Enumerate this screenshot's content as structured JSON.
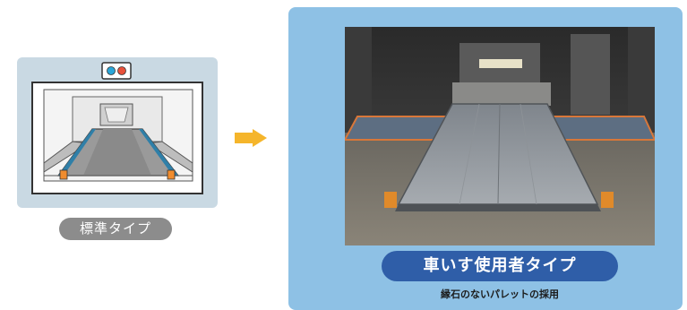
{
  "standard": {
    "label": "標準タイプ"
  },
  "wheelchair": {
    "label": "車いす使用者タイプ",
    "caption": "縁石のないパレットの採用"
  },
  "colors": {
    "left_panel_bg": "#c9d9e3",
    "right_panel_bg": "#8ec1e5",
    "arrow": "#f5b52b",
    "standard_pill": "#8c8c8c",
    "wheelchair_pill": "#2f5ea8"
  }
}
